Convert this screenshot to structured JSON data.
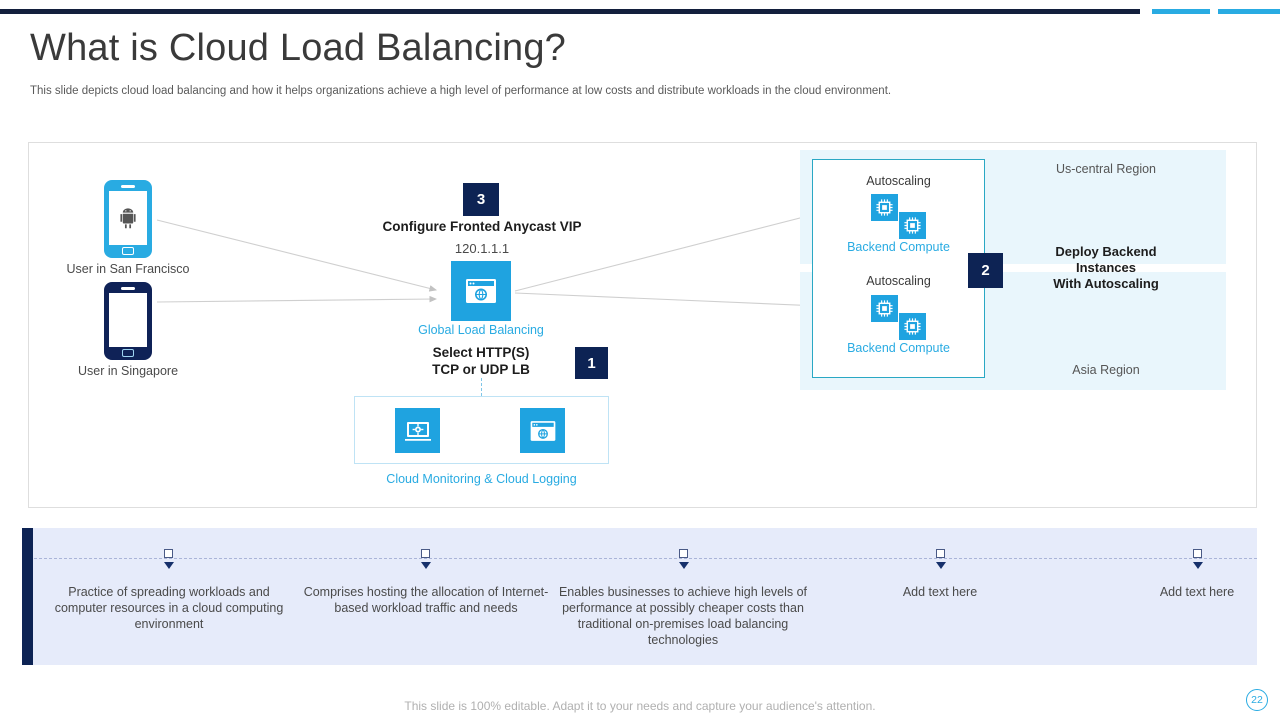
{
  "slide": {
    "title": "What is Cloud Load Balancing?",
    "subtitle": "This slide depicts cloud load balancing and how it helps organizations achieve a high level of performance at low costs and distribute workloads in the cloud environment.",
    "footer_note": "This slide is 100% editable. Adapt it to your needs and capture your audience's attention.",
    "page_number": "22"
  },
  "colors": {
    "navy": "#0d2354",
    "cyan": "#29abe2",
    "teal_border": "#2aa8c4",
    "region_fill": "#e9f6fc",
    "band_fill": "#e6ebfa"
  },
  "diagram": {
    "devices": [
      {
        "caption": "User in San Francisco",
        "icon": "android-phone-icon",
        "style": "cyan"
      },
      {
        "caption": "User in Singapore",
        "icon": "phone-icon",
        "style": "navy"
      }
    ],
    "center": {
      "badge_3": "3",
      "heading": "Configure Fronted Anycast VIP",
      "vip_ip": "120.1.1.1",
      "lb_icon": "global-load-balancer-icon",
      "lb_label": "Global Load Balancing",
      "select_line1": "Select HTTP(S)",
      "select_line2": "TCP or UDP LB",
      "badge_1": "1"
    },
    "monitoring": {
      "label": "Cloud Monitoring & Cloud Logging",
      "icons": [
        "cloud-monitoring-icon",
        "cloud-logging-icon"
      ]
    },
    "regions": [
      {
        "name": "Us-central Region"
      },
      {
        "name": "Asia Region"
      }
    ],
    "backends": [
      {
        "autoscaling": "Autoscaling",
        "compute": "Backend Compute"
      },
      {
        "autoscaling": "Autoscaling",
        "compute": "Backend Compute"
      }
    ],
    "deploy": {
      "badge_2": "2",
      "line1": "Deploy Backend",
      "line2": "Instances",
      "line3": "With Autoscaling"
    }
  },
  "callouts": [
    {
      "text": "Practice of spreading workloads and computer resources in a cloud computing environment"
    },
    {
      "text": "Comprises hosting the allocation of Internet-based workload traffic and needs"
    },
    {
      "text": "Enables businesses to achieve high levels of performance at possibly cheaper costs than traditional on-premises load balancing technologies"
    },
    {
      "text": "Add text here"
    },
    {
      "text": "Add text here"
    }
  ]
}
